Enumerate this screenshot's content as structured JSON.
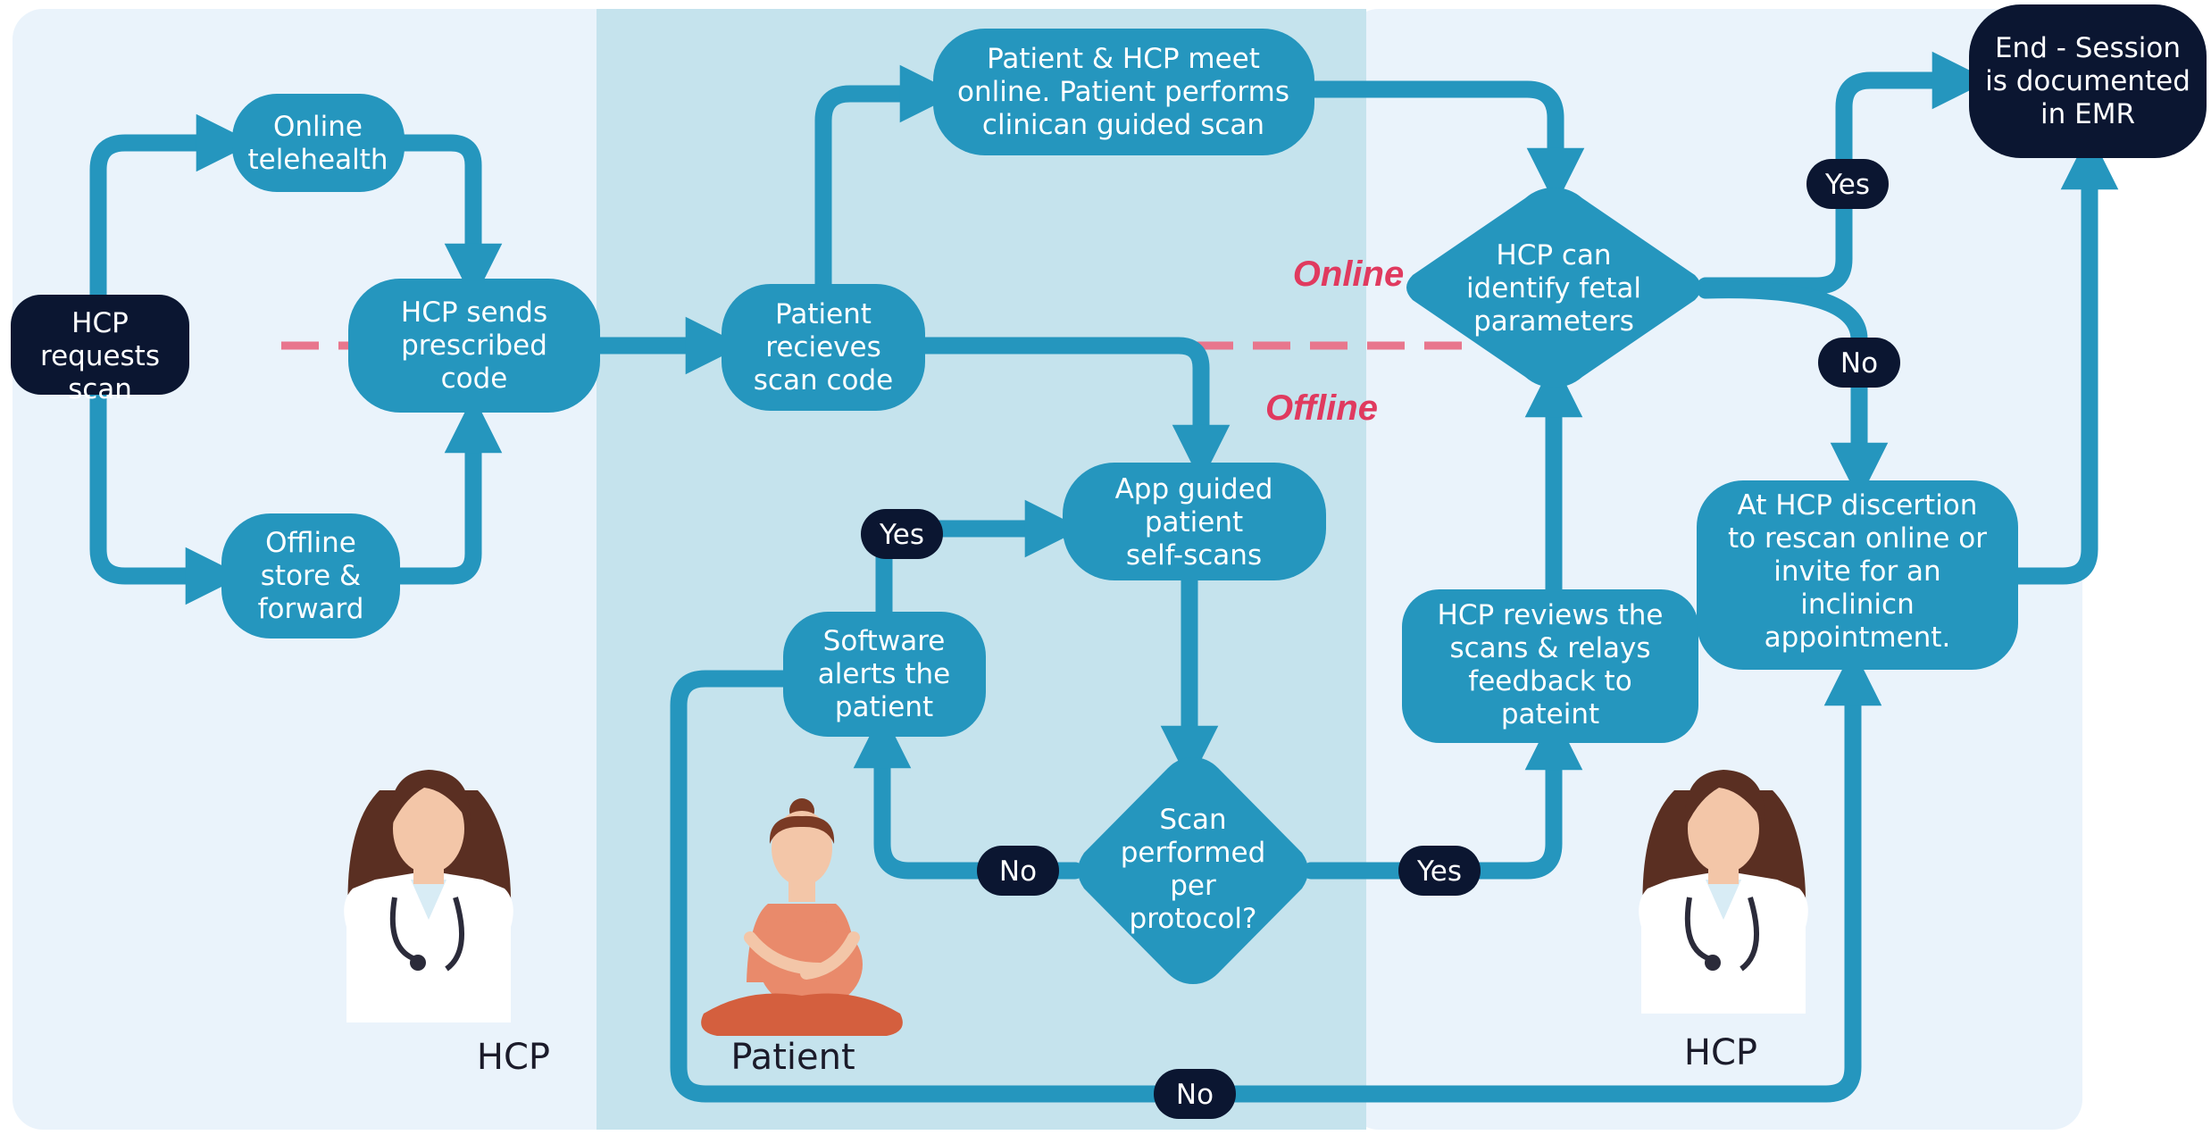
{
  "colors": {
    "accent": "#2596be",
    "dark": "#0b1631",
    "panel_hcp": "#eaf3fb",
    "panel_patient": "#c5e3ed",
    "divider": "#e8768d",
    "mode_label": "#e03a5f"
  },
  "lanes": {
    "left": "HCP",
    "middle": "Patient",
    "right": "HCP"
  },
  "divider_labels": {
    "online": "Online",
    "offline": "Offline"
  },
  "nodes": {
    "hcp_requests": [
      "HCP",
      "requests",
      "scan"
    ],
    "online_telehealth": [
      "Online",
      "telehealth"
    ],
    "offline_store": [
      "Offline",
      "store &",
      "forward"
    ],
    "hcp_sends": [
      "HCP sends",
      "prescribed",
      "code"
    ],
    "patient_receives": [
      "Patient",
      "recieves",
      "scan code"
    ],
    "meet_online": [
      "Patient & HCP meet",
      "online. Patient performs",
      "clinican guided scan"
    ],
    "app_guided": [
      "App guided",
      "patient",
      "self-scans"
    ],
    "software_alerts": [
      "Software",
      "alerts the",
      "patient"
    ],
    "scan_protocol": [
      "Scan",
      "performed",
      "per",
      "protocol?"
    ],
    "hcp_reviews": [
      "HCP reviews the",
      "scans  & relays",
      "feedback to",
      "pateint"
    ],
    "hcp_identify": [
      "HCP can",
      "identify fetal",
      "parameters"
    ],
    "discretion": [
      "At HCP discertion",
      "to rescan online or",
      "invite for an",
      "inclinicn",
      "appointment."
    ],
    "end": [
      "End - Session",
      "is documented",
      "in EMR"
    ]
  },
  "edge_labels": {
    "yes_alert": "Yes",
    "no_alert": "No",
    "yes_review": "Yes",
    "yes_end": "Yes",
    "no_discretion": "No",
    "no_bottom": "No"
  },
  "icons": {
    "hcp_left": "doctor-illustration",
    "patient": "pregnant-woman-illustration",
    "hcp_right": "doctor-illustration"
  }
}
